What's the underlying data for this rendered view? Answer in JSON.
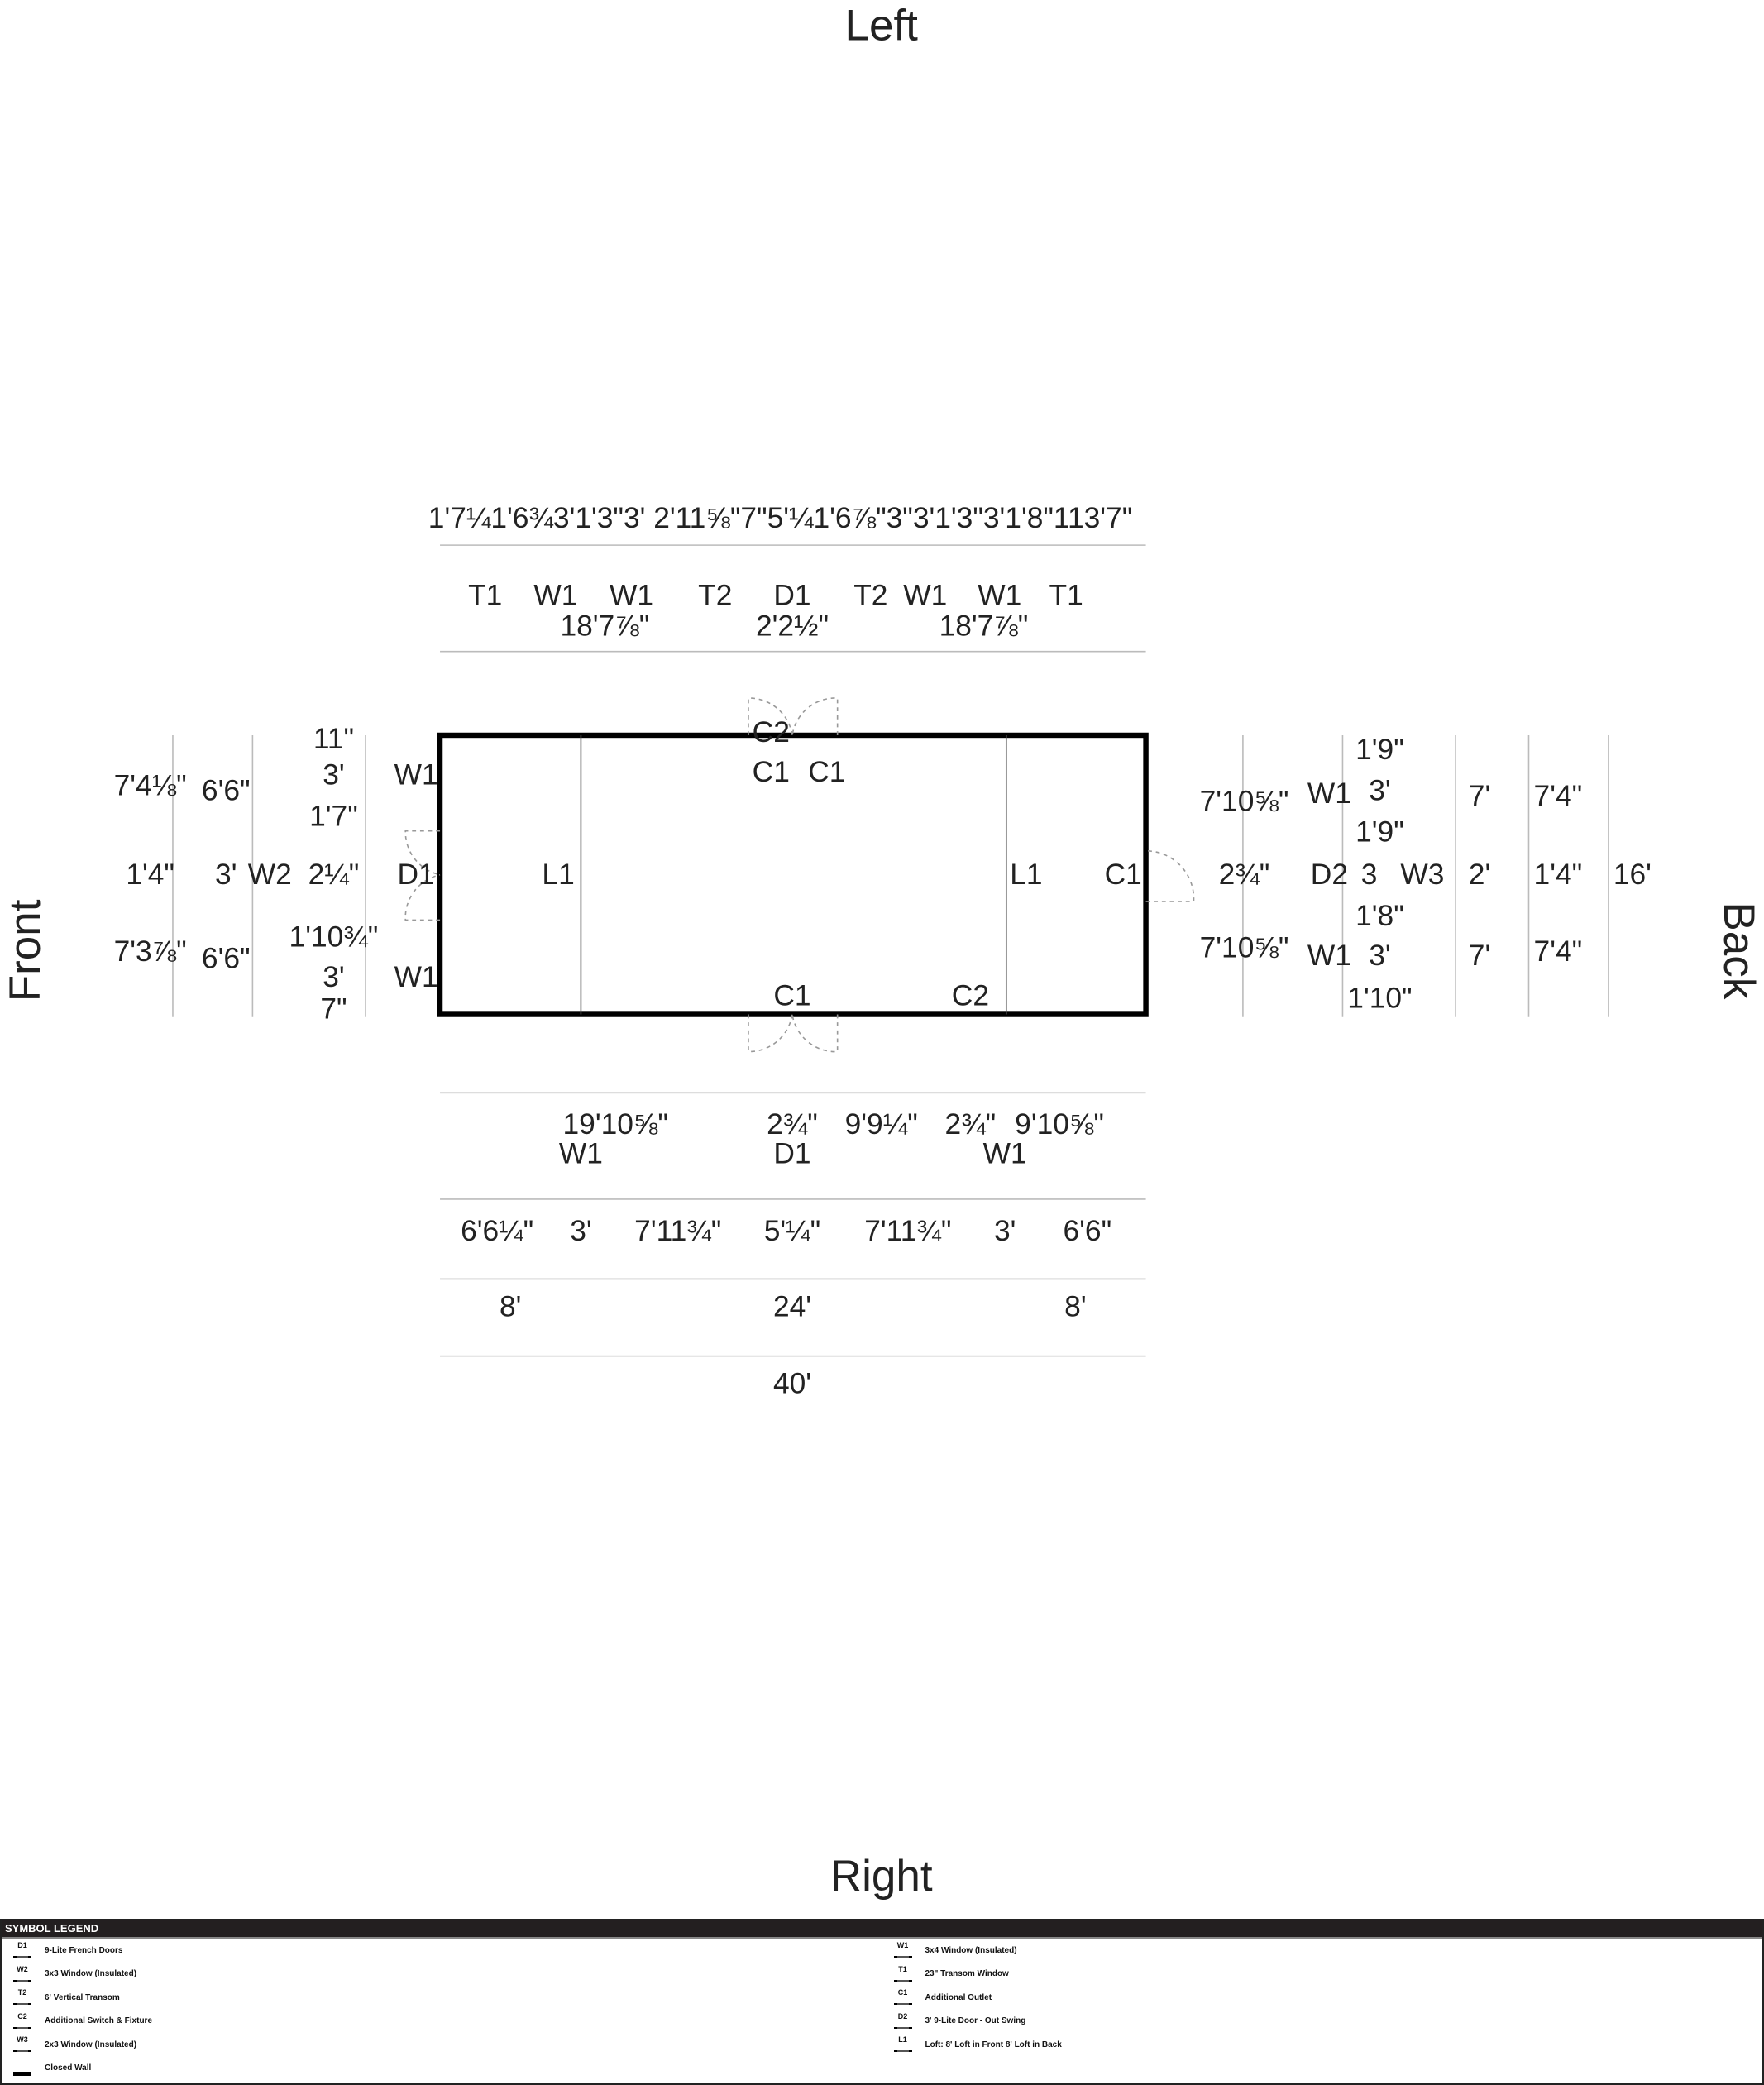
{
  "sides": {
    "left": "Left",
    "right": "Right",
    "front": "Front",
    "back": "Back"
  },
  "top_dims": {
    "segments": "1'7¼1'6¾3'1'3\"3' 2'11⅝\"7\"5'¼1'6⅞\"3\"3'1'3\"3'1'8\"113'7\"",
    "labels": [
      "T1",
      "W1",
      "W1",
      "T2",
      "D1",
      "T2",
      "W1",
      "W1",
      "T1"
    ],
    "overall": [
      "18'7⅞\"",
      "2'2½\"",
      "18'7⅞\""
    ]
  },
  "interior": [
    "L1",
    "C2",
    "C1",
    "C1",
    "L1",
    "C1",
    "C1",
    "C2"
  ],
  "front_dims": {
    "col1": [
      "7'4⅛\"",
      "1'4\"",
      "7'3⅞\""
    ],
    "col2": [
      "6'6\"",
      "3'",
      "6'6\""
    ],
    "col3": [
      "11\"",
      "3'",
      "1'7\"",
      "2¼\"",
      "1'10¾\"",
      "3'",
      "7\""
    ],
    "labels": [
      "W1",
      "W2",
      "D1",
      "W1"
    ]
  },
  "back_dims": {
    "col1": [
      "7'10⅝\"",
      "2¾\"",
      "7'10⅝\""
    ],
    "labels": [
      "W1",
      "D2",
      "W1",
      "W3"
    ],
    "col2": [
      "1'9\"",
      "3'",
      "1'9\"",
      "3",
      "1'8\"",
      "3'",
      "1'10\""
    ],
    "col3": [
      "7'",
      "2'",
      "7'"
    ],
    "col4": [
      "7'4\"",
      "1'4\"",
      "7'4\""
    ],
    "total": "16'"
  },
  "bottom_dims": {
    "row1": [
      "19'10⅝\"",
      "2¾\"",
      "9'9¼\"",
      "2¾\"",
      "9'10⅝\""
    ],
    "labels": [
      "W1",
      "D1",
      "W1"
    ],
    "row2": [
      "6'6¼\"",
      "3'",
      "7'11¾\"",
      "5'¼\"",
      "7'11¾\"",
      "3'",
      "6'6\""
    ],
    "row3": [
      "8'",
      "24'",
      "8'"
    ],
    "total": "40'"
  },
  "legend": {
    "title": "SYMBOL LEGEND",
    "left": [
      {
        "code": "D1",
        "label": "9-Lite French Doors"
      },
      {
        "code": "W2",
        "label": "3x3 Window (Insulated)"
      },
      {
        "code": "T2",
        "label": "6' Vertical Transom"
      },
      {
        "code": "C2",
        "label": "Additional Switch & Fixture"
      },
      {
        "code": "W3",
        "label": "2x3 Window (Insulated)"
      },
      {
        "code": "",
        "label": "Closed Wall"
      }
    ],
    "right": [
      {
        "code": "W1",
        "label": "3x4 Window (Insulated)"
      },
      {
        "code": "T1",
        "label": "23\" Transom Window"
      },
      {
        "code": "C1",
        "label": "Additional Outlet"
      },
      {
        "code": "D2",
        "label": "3' 9-Lite Door - Out Swing"
      },
      {
        "code": "L1",
        "label": "Loft: 8' Loft in Front 8' Loft in Back"
      }
    ]
  }
}
